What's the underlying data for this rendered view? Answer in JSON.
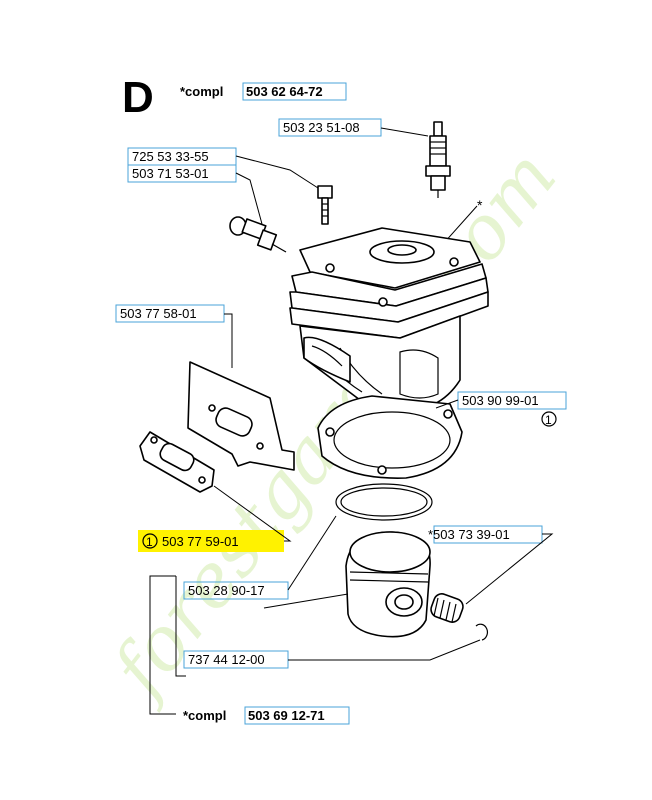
{
  "section": {
    "letter": "D",
    "compl_prefix": "*compl",
    "compl_top_number": "503 62 64-72",
    "compl_bottom_number": "503 69 12-71"
  },
  "parts": {
    "spark_plug": "503 23 51-08",
    "screw_a": "725 53 33-55",
    "screw_b": "503 71 53-01",
    "star_marker": "*",
    "heat_shield": "503 77 58-01",
    "cylinder_gasket": "503 90 99-01",
    "cylinder_gasket_note": "1",
    "muffler_gasket": "503 77 59-01",
    "muffler_gasket_note": "1",
    "needle_bearing": "*503 73 39-01",
    "piston_ring": "503 28 90-17",
    "circlip": "737 44 12-00"
  },
  "watermark": {
    "text": "forestgarden.com",
    "color": "#c8e89a"
  },
  "highlight_color": "#fff200"
}
